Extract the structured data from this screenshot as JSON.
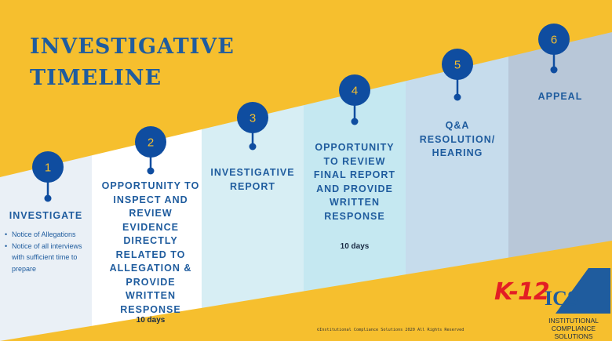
{
  "title": "INVESTIGATIVE\nTIMELINE",
  "colors": {
    "background": "#f6bf2e",
    "accent": "#1f5c9e",
    "marker": "#0f4da0",
    "marker_number": "#f6bf2e",
    "logo_red": "#e31e24"
  },
  "stages": [
    {
      "number": "1",
      "label": "INVESTIGATE",
      "duration": "",
      "fill": "#eaf0f6"
    },
    {
      "number": "2",
      "label": "OPPORTUNITY TO\nINSPECT AND\nREVIEW\nEVIDENCE\nDIRECTLY\nRELATED TO\nALLEGATION &\nPROVIDE\nWRITTEN\nRESPONSE",
      "duration": "10 days",
      "fill": "#ffffff"
    },
    {
      "number": "3",
      "label": "INVESTIGATIVE\nREPORT",
      "duration": "",
      "fill": "#d7eef4"
    },
    {
      "number": "4",
      "label": "OPPORTUNITY\nTO REVIEW\nFINAL REPORT\nAND PROVIDE\nWRITTEN\nRESPONSE",
      "duration": "10 days",
      "fill": "#c5e8f1"
    },
    {
      "number": "5",
      "label": "Q&A\nRESOLUTION/\nHEARING",
      "duration": "",
      "fill": "#c6dcec"
    },
    {
      "number": "6",
      "label": "APPEAL",
      "duration": "",
      "fill": "#b8c7d8"
    }
  ],
  "investigate_bullets": [
    "Notice of Allegations",
    "Notice of all interviews with sufficient time to prepare"
  ],
  "copyright": "©Institutional Compliance Solutions 2020 All Rights Reserved",
  "logo": {
    "k12": "K-12",
    "ics": "ICS",
    "subtitle": "INSTITUTIONAL\nCOMPLIANCE SOLUTIONS"
  }
}
